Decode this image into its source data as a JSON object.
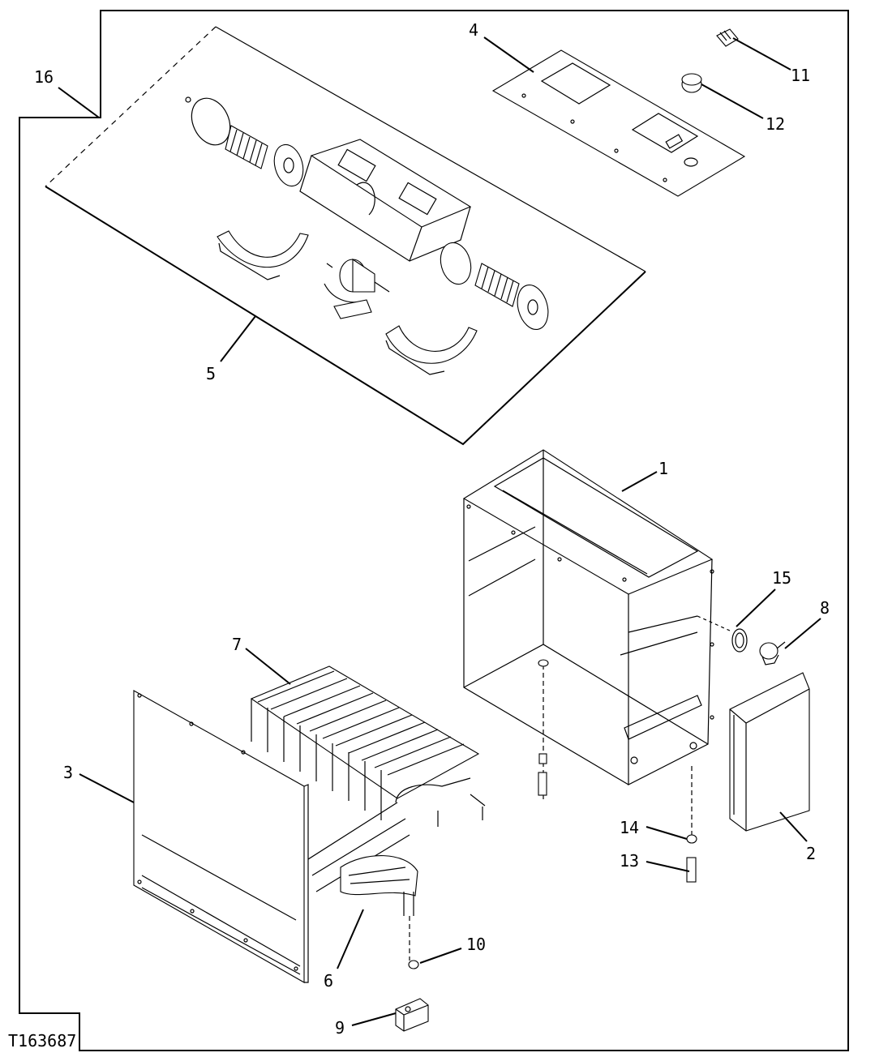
{
  "figure_id": "T163687",
  "callouts": {
    "c1": "1",
    "c2": "2",
    "c3": "3",
    "c4": "4",
    "c5": "5",
    "c6": "6",
    "c7": "7",
    "c8": "8",
    "c9": "9",
    "c10": "10",
    "c11": "11",
    "c12": "12",
    "c13": "13",
    "c14": "14",
    "c15": "15",
    "c16": "16"
  }
}
